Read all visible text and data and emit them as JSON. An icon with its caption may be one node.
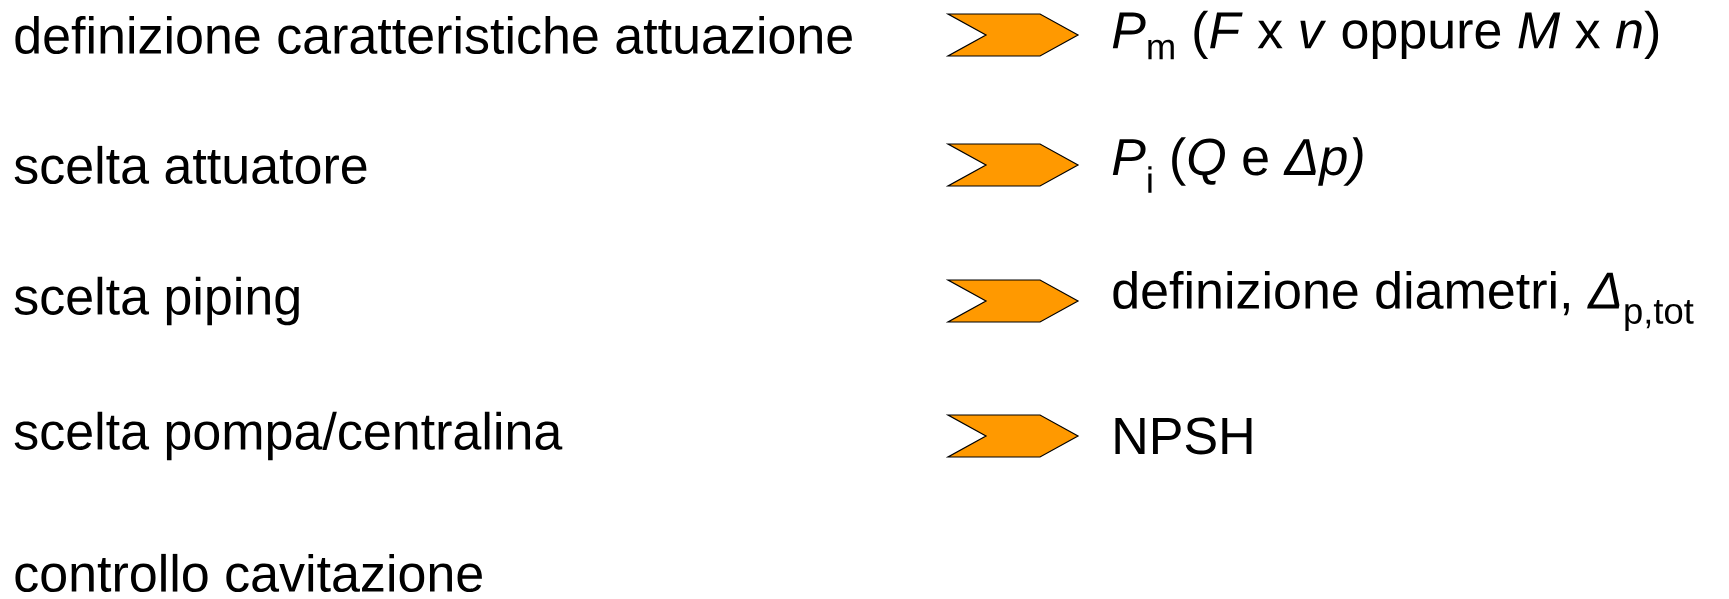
{
  "diagram": {
    "nodes": [
      {
        "text": [
          "definizione caratteristiche attuazione"
        ]
      },
      {
        "text": [
          "scelta attuatore"
        ]
      },
      {
        "text": [
          "scelta piping"
        ]
      },
      {
        "text": [
          "scelta pompa/centralina"
        ]
      },
      {
        "text": [
          "controllo cavitazione"
        ]
      },
      {
        "text": [
          "*P*$_{m}$ (*F* x *v* oppure *M* x *n*)"
        ]
      },
      {
        "text": [
          "*P*$_{i}$ (*Q* e *Δp)*"
        ]
      },
      {
        "text": [
          "definizione diametri, *Δ*$_{p,tot}$"
        ]
      },
      {
        "text": [
          "NPSH"
        ]
      }
    ],
    "edges": [
      {
        "from": null,
        "to": 5,
        "arrow": "to"
      },
      {
        "from": null,
        "to": 6,
        "arrow": "to"
      },
      {
        "from": null,
        "to": 7,
        "arrow": "to"
      },
      {
        "from": null,
        "to": 8,
        "arrow": "to"
      }
    ]
  }
}
